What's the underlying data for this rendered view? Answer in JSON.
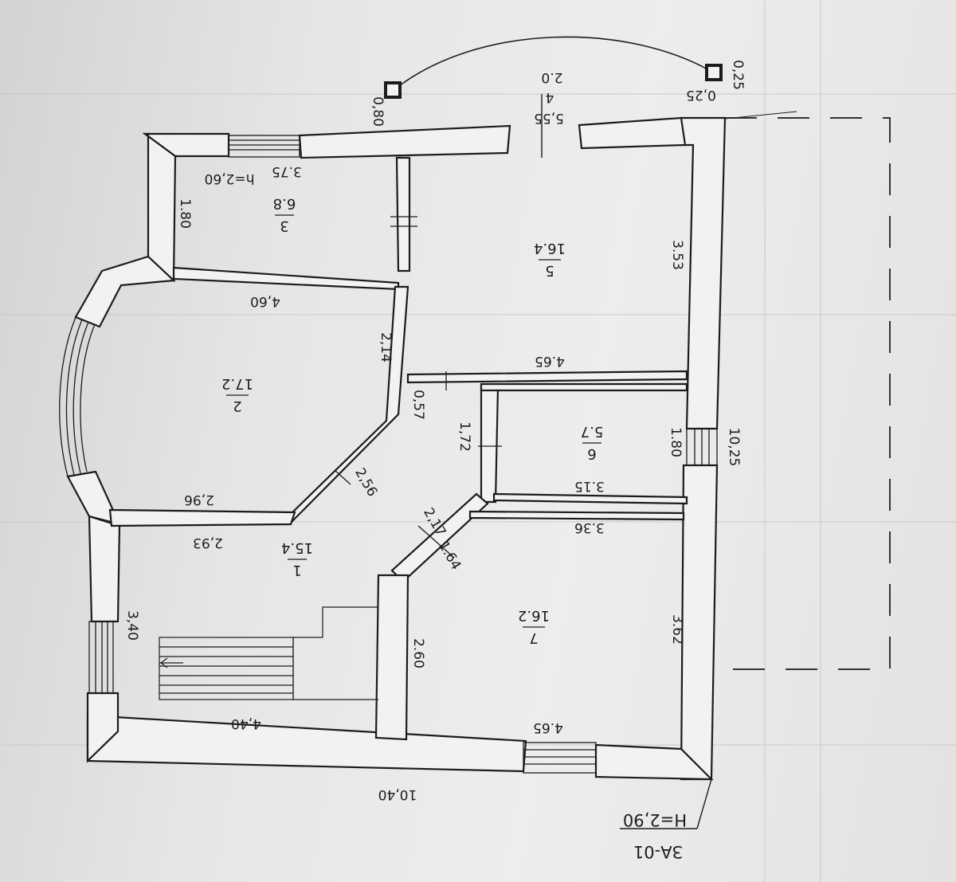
{
  "colors": {
    "ink": "#1c1c1c",
    "paper": "#e7e7e6",
    "wall_fill": "#f2f2f1"
  },
  "plan": {
    "orientation": "rotated-180"
  },
  "stamp": {
    "code": "ЗА-01",
    "height": "H=2,90"
  },
  "rooms": [
    {
      "id": "1",
      "area": "15.4"
    },
    {
      "id": "2",
      "area": "17.2"
    },
    {
      "id": "3",
      "area": "6.8",
      "height": "h=2,60"
    },
    {
      "id": "5",
      "area": "16.4"
    },
    {
      "id": "6",
      "area": "5.7"
    },
    {
      "id": "7",
      "area": "16.2"
    }
  ],
  "dimensions": {
    "overall_width": "10,40",
    "overall_length": "10,25",
    "porch_width": "5,55",
    "porch_depth": "4",
    "porch_depth_2": "2.0",
    "post_a": "0,25",
    "post_b": "0,25",
    "post_c": "0,80",
    "room1_a": "4,40",
    "room1_b": "3,40",
    "room1_c": "2,93",
    "room1_d": "2.60",
    "room2_a": "4,60",
    "room2_b": "2,96",
    "room2_c": "2,14",
    "room2_d": "2,56",
    "room3_a": "1.80",
    "room3_b": "3.75",
    "room5_a": "3.53",
    "room5_b": "4.65",
    "room6_a": "1.80",
    "room6_b": "3.15",
    "room6_c": "1,72",
    "room7_a": "3.62",
    "room7_b": "4.65",
    "room7_c": "3.36",
    "hall_a": "0,57",
    "hall_b": "2,17",
    "hall_c": "1.64"
  }
}
